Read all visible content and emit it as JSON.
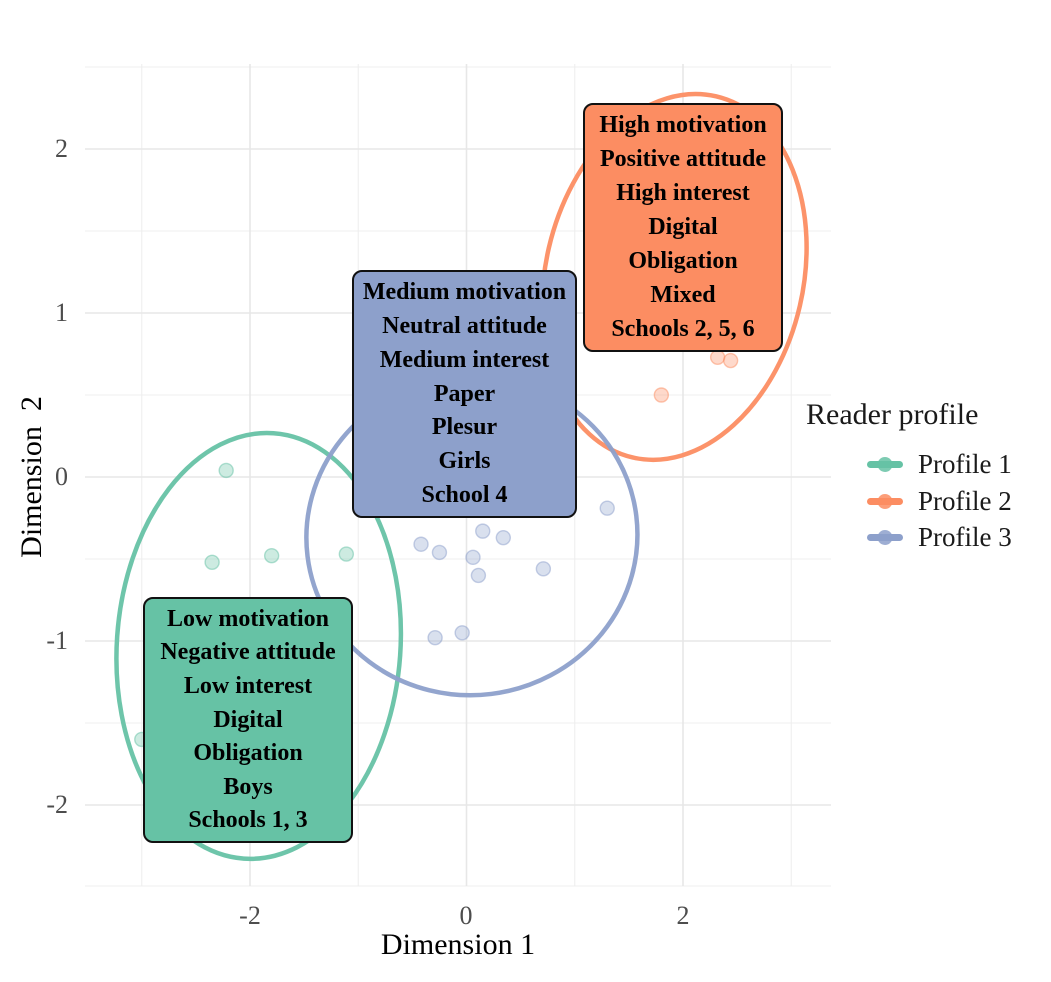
{
  "chart_data": {
    "type": "scatter",
    "title": "",
    "xlabel": "Dimension 1",
    "ylabel": "Dimension  2",
    "xlim": [
      -3.5,
      3.4
    ],
    "ylim": [
      -2.5,
      2.5
    ],
    "grid": "major+minor",
    "legend_position": "right",
    "x_axis": {
      "ticks": [
        -2,
        0,
        2
      ],
      "tick_labels": [
        "-2",
        "0",
        "2"
      ],
      "minor_ticks": [
        -3,
        -1,
        1,
        3
      ]
    },
    "y_axis": {
      "ticks": [
        2,
        1,
        0,
        -1,
        -2
      ],
      "tick_labels": [
        "2",
        "1",
        "0",
        "-1",
        "-2"
      ],
      "minor_ticks": [
        2.5,
        1.5,
        0.5,
        -0.5,
        -1.5,
        -2.5
      ]
    },
    "series": [
      {
        "name": "Profile 1",
        "color": "#66C2A5",
        "points": [
          [
            -2.22,
            0.04
          ],
          [
            -2.35,
            -0.52
          ],
          [
            -1.8,
            -0.48
          ],
          [
            -1.11,
            -0.47
          ],
          [
            -3.0,
            -1.6
          ]
        ]
      },
      {
        "name": "Profile 2",
        "color": "#FC8D62",
        "points": [
          [
            2.32,
            0.73
          ],
          [
            2.44,
            0.71
          ],
          [
            1.8,
            0.5
          ]
        ]
      },
      {
        "name": "Profile 3",
        "color": "#8DA0CB",
        "points": [
          [
            1.3,
            -0.19
          ],
          [
            0.15,
            -0.33
          ],
          [
            0.34,
            -0.37
          ],
          [
            -0.42,
            -0.41
          ],
          [
            -0.25,
            -0.46
          ],
          [
            0.06,
            -0.49
          ],
          [
            0.71,
            -0.56
          ],
          [
            0.11,
            -0.6
          ],
          [
            -0.29,
            -0.98
          ],
          [
            -0.04,
            -0.95
          ]
        ]
      }
    ],
    "ellipses": [
      {
        "profile": "Profile 1",
        "color": "#66C2A5",
        "center": [
          -1.92,
          -1.03
        ],
        "rx": 1.31,
        "ry": 1.3,
        "tilt_deg": 4
      },
      {
        "profile": "Profile 2",
        "color": "#FC8D62",
        "center": [
          1.92,
          1.22
        ],
        "rx": 1.19,
        "ry": 1.13,
        "tilt_deg": 13
      },
      {
        "profile": "Profile 3",
        "color": "#8DA0CB",
        "center": [
          0.05,
          -0.36
        ],
        "rx": 1.53,
        "ry": 0.97,
        "tilt_deg": -7
      }
    ],
    "annotations": [
      {
        "profile": "Profile 2",
        "fill": "#FC8D62",
        "lines": [
          "High motivation",
          "Positive attitude",
          "High interest",
          "Digital",
          "Obligation",
          "Mixed",
          "Schools 2, 5, 6"
        ]
      },
      {
        "profile": "Profile 3",
        "fill": "#8DA0CB",
        "lines": [
          "Medium motivation",
          "Neutral attitude",
          "Medium interest",
          "Paper",
          "Plesur",
          "Girls",
          "School 4"
        ]
      },
      {
        "profile": "Profile 1",
        "fill": "#66C2A5",
        "lines": [
          "Low motivation",
          "Negative attitude",
          "Low interest",
          "Digital",
          "Obligation",
          "Boys",
          "Schools 1, 3"
        ]
      }
    ]
  },
  "legend": {
    "title": "Reader profile",
    "items": [
      {
        "label": "Profile 1",
        "color": "#66C2A5"
      },
      {
        "label": "Profile 2",
        "color": "#FC8D62"
      },
      {
        "label": "Profile 3",
        "color": "#8DA0CB"
      }
    ]
  },
  "colors": {
    "grid_major": "#E7E7E7",
    "grid_minor": "#EFEFEF",
    "tick_text": "#4d4d4d",
    "background": "#ffffff"
  }
}
